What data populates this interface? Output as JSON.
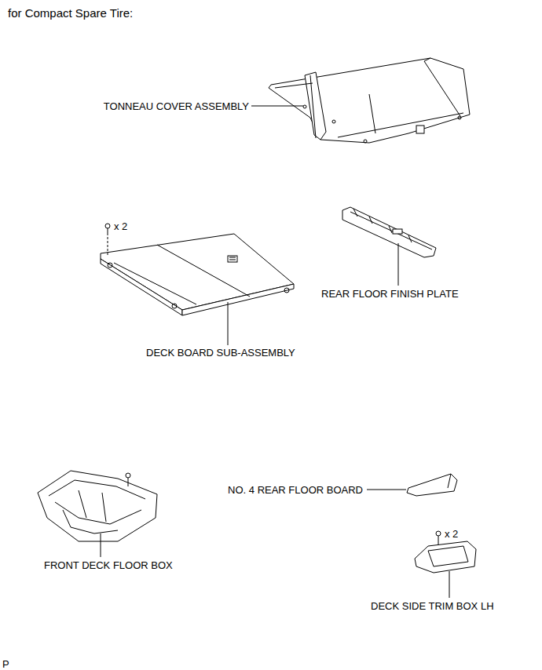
{
  "diagram": {
    "title": "for Compact Spare Tire:",
    "labels": [
      "TONNEAU COVER ASSEMBLY",
      "x 2",
      "DECK BOARD SUB-ASSEMBLY",
      "REAR FLOOR FINISH PLATE",
      "FRONT DECK FLOOR BOX",
      "NO. 4 REAR FLOOR BOARD",
      "x 2",
      "DECK SIDE TRIM BOX LH",
      "P"
    ]
  }
}
